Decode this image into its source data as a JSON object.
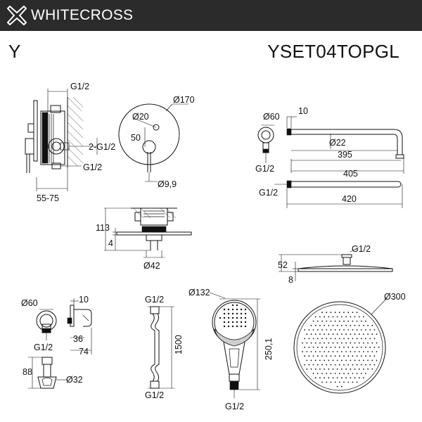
{
  "header": {
    "brand": "WHITECROSS",
    "logo_icon": "whitecross-x-logo-icon",
    "bg_color": "#2b2b2b"
  },
  "title": {
    "type_letter": "Y",
    "model_code": "YSET04TOPGL"
  },
  "mixer_side": {
    "thread_top": "G1/2",
    "thread_side": "2-G1/2",
    "thread_bottom": "G1/2",
    "depth": "55-75"
  },
  "mixer_front": {
    "plate_dia": "Ø170",
    "handle_dia": "Ø20",
    "offset": "50",
    "spout_dia": "Ø9,9"
  },
  "mixer_top": {
    "height": "113",
    "plate": "4",
    "body_dia": "Ø42"
  },
  "arm": {
    "flange_dia": "Ø60",
    "wall_gap": "10",
    "pipe_dia": "Ø22",
    "thread": "G1/2",
    "reach_1": "395",
    "reach_2": "405",
    "thread_2": "G1/2",
    "length_total": "420"
  },
  "head_side": {
    "thread": "G1/2",
    "height": "52",
    "thickness": "8"
  },
  "outlet": {
    "flange_dia": "Ø60",
    "thread": "G1/2",
    "depth_1": "10",
    "depth_2": "36",
    "depth_3": "74"
  },
  "holder": {
    "height": "88",
    "dia": "Ø32"
  },
  "hose": {
    "thread_top": "G1/2",
    "length": "1500",
    "thread_bottom": "G1/2"
  },
  "hand_shower": {
    "head_dia": "Ø132",
    "length": "250,1",
    "thread": "G1/2"
  },
  "overhead": {
    "dia": "Ø300"
  }
}
